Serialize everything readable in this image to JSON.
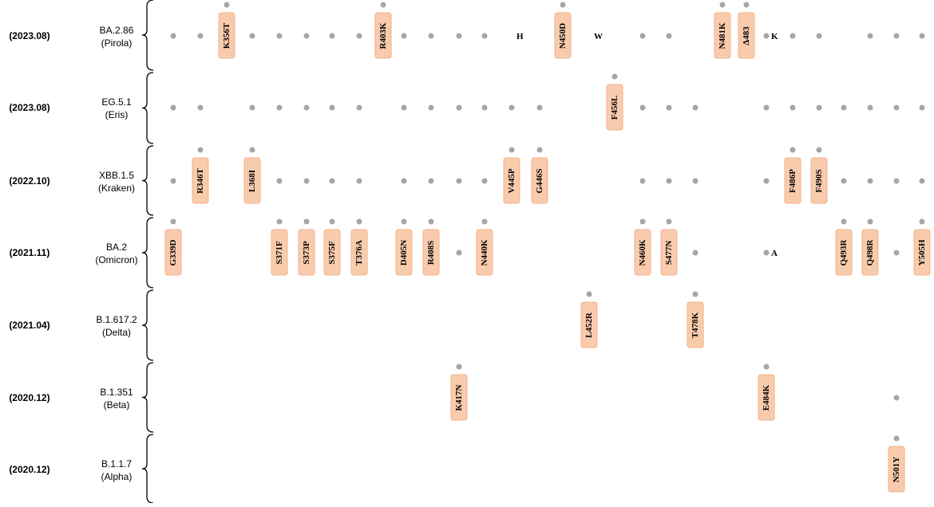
{
  "colors": {
    "dot": "#a6a6a6",
    "box_fill": "#f8cbad",
    "box_stroke": "#f4b183",
    "brace": "#000000"
  },
  "positions": [
    339,
    346,
    356,
    368,
    371,
    373,
    375,
    376,
    403,
    405,
    408,
    417,
    440,
    445,
    446,
    450,
    452,
    456,
    460,
    477,
    478,
    481,
    483,
    484,
    486,
    490,
    493,
    498,
    501,
    505
  ],
  "variants": [
    {
      "date": "(2023.08)",
      "name": "BA.2.86",
      "alias": "(Pirola)",
      "dots": [
        339,
        346,
        368,
        371,
        373,
        375,
        376,
        405,
        408,
        417,
        440,
        450,
        460,
        477,
        484,
        486,
        490,
        498,
        501,
        505
      ],
      "mutations": [
        {
          "pos": 356,
          "label": "K356T"
        },
        {
          "pos": 403,
          "label": "R403K"
        },
        {
          "pos": 450,
          "label": "N450D"
        },
        {
          "pos": 481,
          "label": "N481K"
        },
        {
          "pos": 483,
          "label": "Δ483"
        }
      ],
      "residues": [
        {
          "pos": 445,
          "label": "H"
        },
        {
          "pos": 452,
          "label": "W"
        },
        {
          "pos": 484,
          "label": "K"
        }
      ]
    },
    {
      "date": "(2023.08)",
      "name": "EG.5.1",
      "alias": "(Eris)",
      "dots": [
        339,
        346,
        368,
        371,
        373,
        375,
        376,
        405,
        408,
        417,
        440,
        445,
        446,
        460,
        477,
        478,
        484,
        486,
        490,
        493,
        498,
        501,
        505
      ],
      "mutations": [
        {
          "pos": 456,
          "label": "F456L"
        }
      ],
      "residues": []
    },
    {
      "date": "(2022.10)",
      "name": "XBB.1.5",
      "alias": "(Kraken)",
      "dots": [
        339,
        371,
        373,
        375,
        376,
        405,
        408,
        417,
        440,
        460,
        477,
        478,
        484,
        493,
        498,
        501,
        505
      ],
      "mutations": [
        {
          "pos": 346,
          "label": "R346T"
        },
        {
          "pos": 368,
          "label": "L368I"
        },
        {
          "pos": 445,
          "label": "V445P"
        },
        {
          "pos": 446,
          "label": "G446S"
        },
        {
          "pos": 486,
          "label": "F486P"
        },
        {
          "pos": 490,
          "label": "F490S"
        }
      ],
      "residues": []
    },
    {
      "date": "(2021.11)",
      "name": "BA.2",
      "alias": "(Omicron)",
      "dots": [
        417,
        478,
        484,
        501
      ],
      "mutations": [
        {
          "pos": 339,
          "label": "G339D"
        },
        {
          "pos": 371,
          "label": "S371F"
        },
        {
          "pos": 373,
          "label": "S373P"
        },
        {
          "pos": 375,
          "label": "S375F"
        },
        {
          "pos": 376,
          "label": "T376A"
        },
        {
          "pos": 405,
          "label": "D405N"
        },
        {
          "pos": 408,
          "label": "R408S"
        },
        {
          "pos": 440,
          "label": "N440K"
        },
        {
          "pos": 460,
          "label": "N460K"
        },
        {
          "pos": 477,
          "label": "S477N"
        },
        {
          "pos": 493,
          "label": "Q493R"
        },
        {
          "pos": 498,
          "label": "Q498R"
        },
        {
          "pos": 505,
          "label": "Y505H"
        }
      ],
      "residues": [
        {
          "pos": 484,
          "label": "A"
        }
      ]
    },
    {
      "date": "(2021.04)",
      "name": "B.1.617.2",
      "alias": "(Delta)",
      "dots": [],
      "mutations": [
        {
          "pos": 452,
          "label": "L452R"
        },
        {
          "pos": 478,
          "label": "T478K"
        }
      ],
      "residues": []
    },
    {
      "date": "(2020.12)",
      "name": "B.1.351",
      "alias": "(Beta)",
      "dots": [
        501
      ],
      "mutations": [
        {
          "pos": 417,
          "label": "K417N"
        },
        {
          "pos": 484,
          "label": "E484K"
        }
      ],
      "residues": []
    },
    {
      "date": "(2020.12)",
      "name": "B.1.1.7",
      "alias": "(Alpha)",
      "dots": [],
      "mutations": [
        {
          "pos": 501,
          "label": "N501Y"
        }
      ],
      "residues": []
    }
  ]
}
